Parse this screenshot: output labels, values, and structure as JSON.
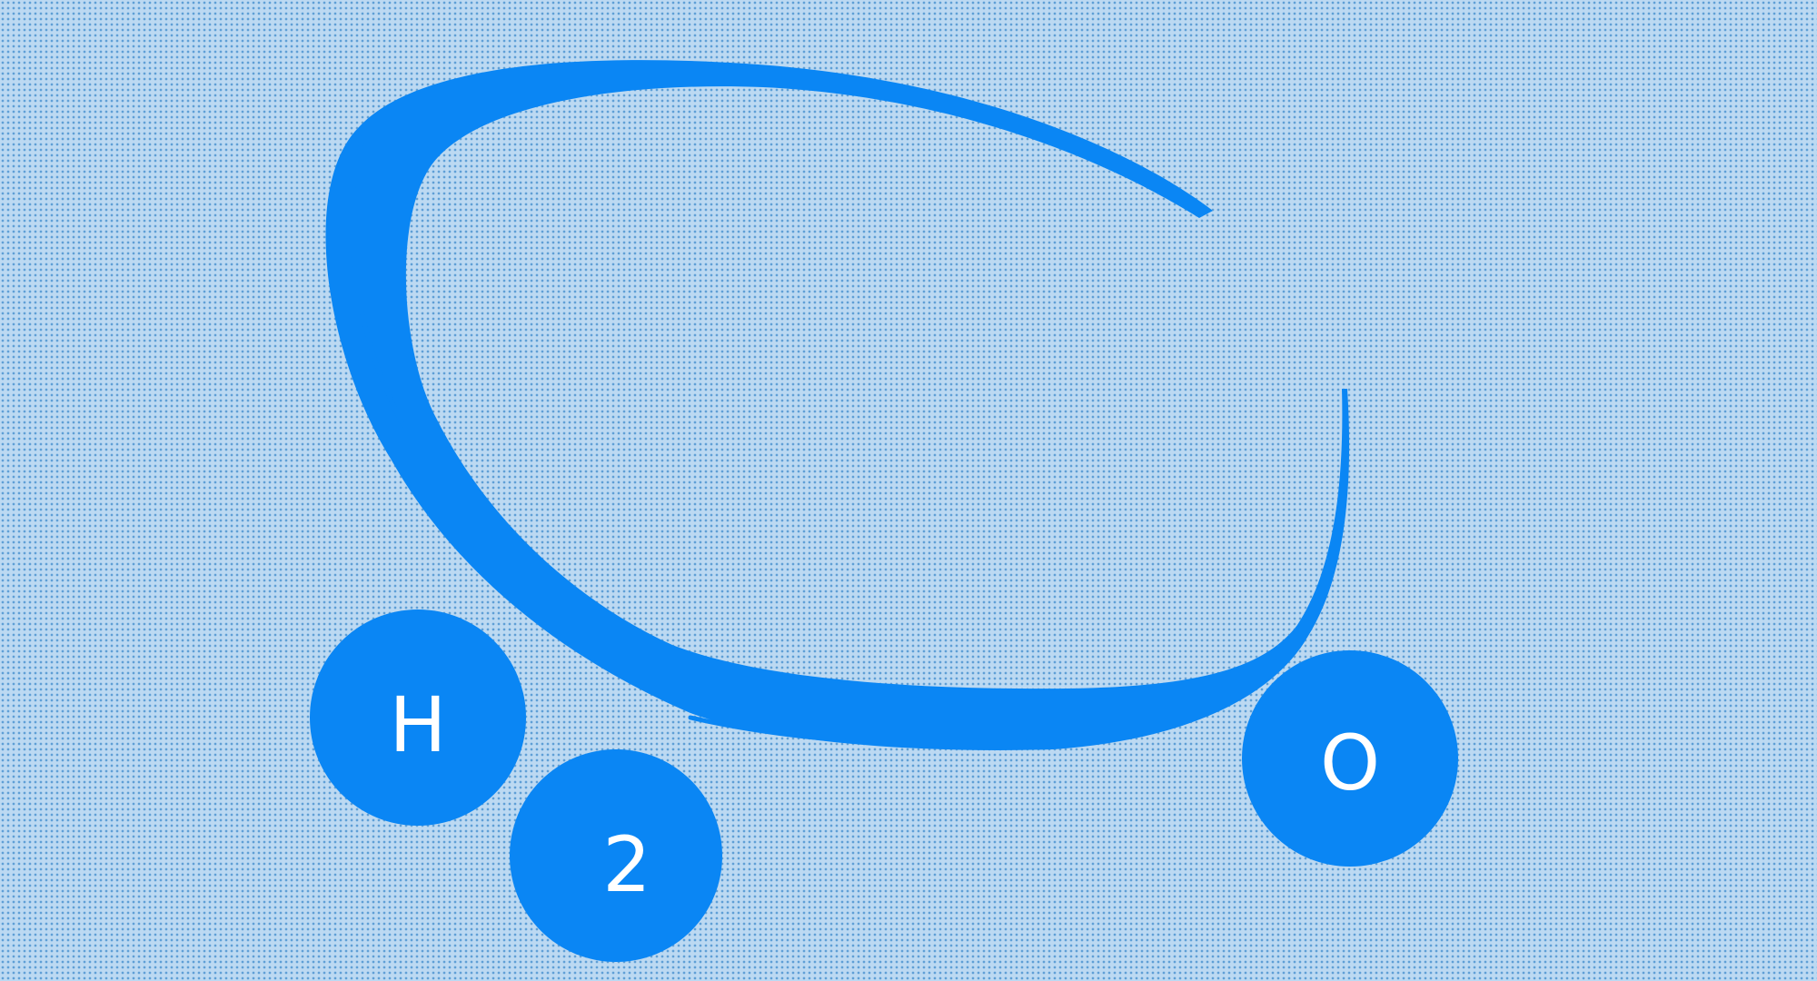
{
  "colors": {
    "background": "#bcd9f2",
    "halftone_dot": "#5f9fd6",
    "brand_blue": "#0a86f4",
    "label_text": "#ffffff"
  },
  "molecule": {
    "bowl_icon": "brush-stroke-bowl",
    "atoms": [
      {
        "name": "hydrogen",
        "label": "H"
      },
      {
        "name": "subscript",
        "label": "2"
      },
      {
        "name": "oxygen",
        "label": "O"
      }
    ]
  }
}
